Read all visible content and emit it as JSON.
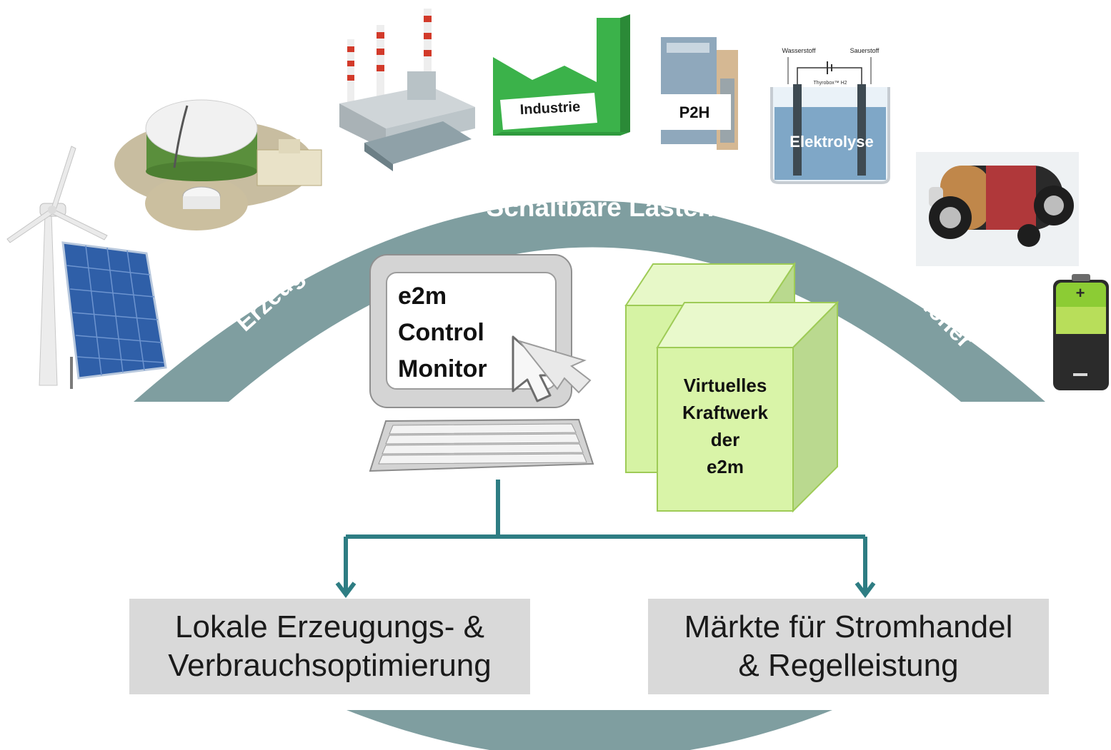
{
  "arc": {
    "top_label": "Schaltbare Lasten",
    "left_label": "Erzeuger",
    "right_label": "Speicher"
  },
  "icons": {
    "factory_label": "Industrie",
    "p2h_label": "P2H",
    "electrolysis_label": "Elektrolyse",
    "electrolysis_left": "Wasserstoff",
    "electrolysis_right": "Sauerstoff",
    "electrolysis_device": "Thyrobox™ H2"
  },
  "monitor": {
    "lines": [
      "e2m",
      "Control",
      "Monitor"
    ]
  },
  "vpp": {
    "lines": [
      "Virtuelles",
      "Kraftwerk",
      "der",
      "e2m"
    ]
  },
  "outputs": {
    "left": [
      "Lokale Erzeugungs- &",
      "Verbrauchsoptimierung"
    ],
    "right": [
      "Märkte für Stromhandel",
      "& Regelleistung"
    ]
  },
  "colors": {
    "arc": "#7f9ea0",
    "connector": "#2e7d83",
    "box": "#d9d9d9",
    "cube": "#d4f0a0"
  }
}
